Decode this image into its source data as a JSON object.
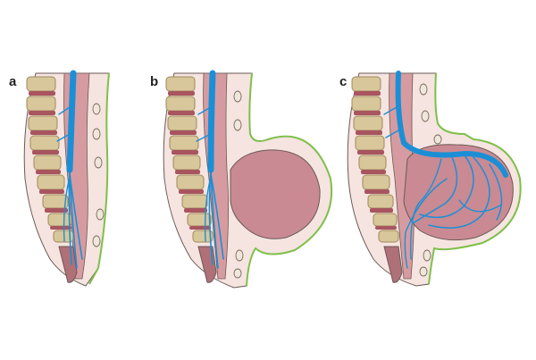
{
  "panels": [
    {
      "label": "a"
    },
    {
      "label": "b"
    },
    {
      "label": "c"
    }
  ],
  "colors": {
    "background": "#ffffff",
    "skin_line": "#7fbf4a",
    "tissue_fill": "#f5e4e0",
    "vertebra_fill": "#d8c79a",
    "vertebra_stroke": "#a08a5c",
    "disc_fill": "#a8555f",
    "canal_fill": "#d69ba0",
    "meninges_fill": "#c98a93",
    "nerve": "#1b8fd6",
    "cell_fill": "#efe6dc",
    "cell_stroke": "#7a6a5a",
    "outline": "#6a5a55"
  },
  "icons": {
    "vertebra": "vertebra-icon",
    "cell": "tissue-cell-icon"
  }
}
